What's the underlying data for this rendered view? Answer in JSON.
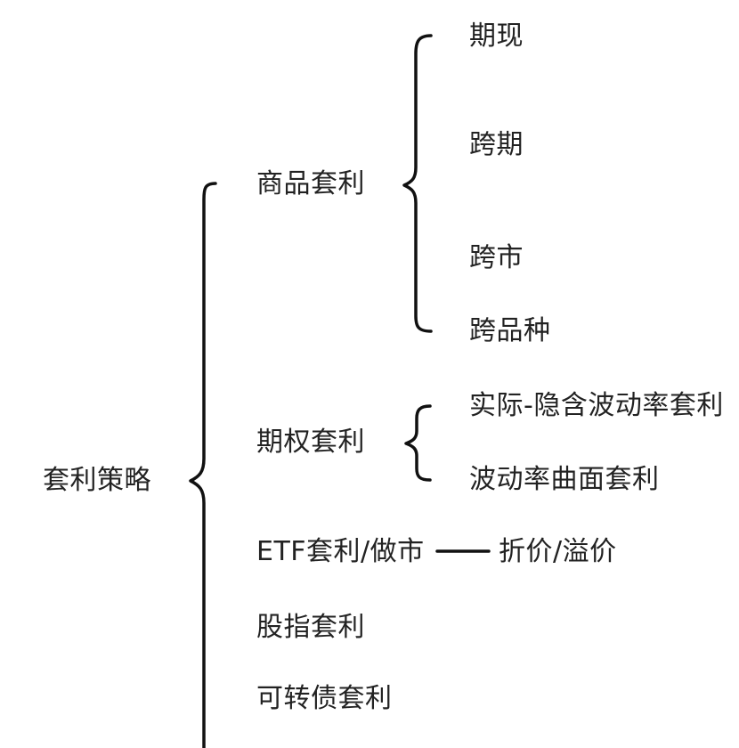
{
  "root": {
    "label": "套利策略"
  },
  "categories": {
    "commodity": {
      "label": "商品套利",
      "children": [
        "期现",
        "跨期",
        "跨市",
        "跨品种"
      ]
    },
    "options": {
      "label": "期权套利",
      "children": [
        "实际-隐含波动率套利",
        "波动率曲面套利"
      ]
    },
    "etf": {
      "label": "ETF套利/做市",
      "link_label": "折价/溢价"
    },
    "index": {
      "label": "股指套利"
    },
    "convertible": {
      "label": "可转债套利"
    }
  }
}
